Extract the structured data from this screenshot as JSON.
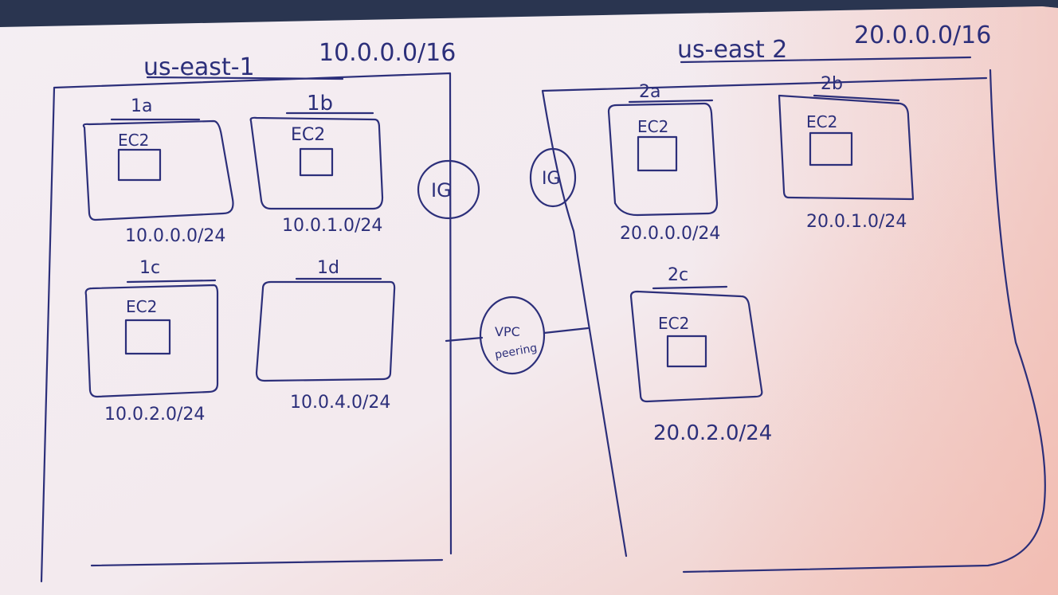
{
  "regions": {
    "east1": {
      "name": "us-east-1",
      "cidr": "10.0.0.0/16"
    },
    "east2": {
      "name": "us-east 2",
      "cidr": "20.0.0.0/16"
    }
  },
  "subnets": {
    "s1a": {
      "label": "1a",
      "cidr": "10.0.0.0/24",
      "instance": "EC2"
    },
    "s1b": {
      "label": "1b",
      "cidr": "10.0.1.0/24",
      "instance": "EC2"
    },
    "s1c": {
      "label": "1c",
      "cidr": "10.0.2.0/24",
      "instance": "EC2"
    },
    "s1d": {
      "label": "1d",
      "cidr": "10.0.4.0/24",
      "instance": ""
    },
    "s2a": {
      "label": "2a",
      "cidr": "20.0.0.0/24",
      "instance": "EC2"
    },
    "s2b": {
      "label": "2b",
      "cidr": "20.0.1.0/24",
      "instance": "EC2"
    },
    "s2c": {
      "label": "2c",
      "cidr": "20.0.2.0/24",
      "instance": "EC2"
    }
  },
  "gateways": {
    "ig_left": "IG",
    "ig_right": "IG"
  },
  "peering": {
    "line1": "VPC",
    "line2": "peering"
  },
  "colors": {
    "ink": "#2c2f7a",
    "paper": "#f6f1f4",
    "paper_warm": "#f0c7bf",
    "backdrop": "#2a3550"
  }
}
